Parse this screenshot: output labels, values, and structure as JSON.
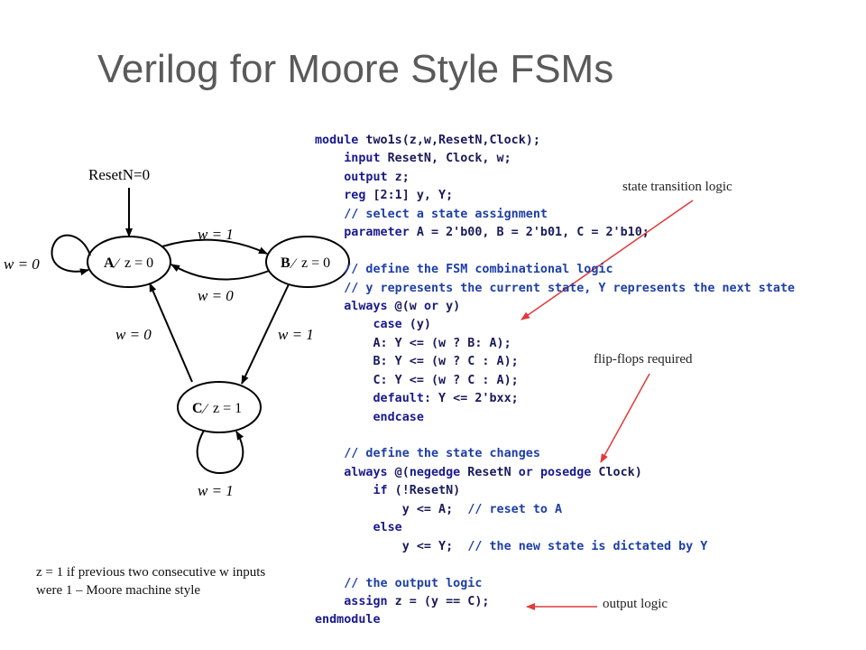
{
  "slide": {
    "title": "Verilog for Moore Style FSMs"
  },
  "fsm": {
    "reset_label": "ResetN=0",
    "states": [
      {
        "id": "A",
        "name": "A",
        "output": "z = 0"
      },
      {
        "id": "B",
        "name": "B",
        "output": "z = 0"
      },
      {
        "id": "C",
        "name": "C",
        "output": "z = 1"
      }
    ],
    "transitions": [
      {
        "from": "A",
        "to": "A",
        "label": "w = 0"
      },
      {
        "from": "A",
        "to": "B",
        "label": "w = 1"
      },
      {
        "from": "B",
        "to": "A",
        "label": "w = 0"
      },
      {
        "from": "B",
        "to": "C",
        "label": "w = 1"
      },
      {
        "from": "C",
        "to": "A",
        "label": "w = 0"
      },
      {
        "from": "C",
        "to": "C",
        "label": "w = 1"
      }
    ],
    "note_line1": "z = 1 if previous two consecutive w inputs",
    "note_line2": "were 1 – Moore machine style"
  },
  "code_lines": [
    [
      {
        "c": "kw",
        "t": "module"
      },
      {
        "c": "tx",
        "t": " two1s(z,w,ResetN,Clock);"
      }
    ],
    [
      {
        "c": "tx",
        "t": "    "
      },
      {
        "c": "kw",
        "t": "input"
      },
      {
        "c": "tx",
        "t": " ResetN, Clock, w;"
      }
    ],
    [
      {
        "c": "tx",
        "t": "    "
      },
      {
        "c": "kw",
        "t": "output"
      },
      {
        "c": "tx",
        "t": " z;"
      }
    ],
    [
      {
        "c": "tx",
        "t": "    "
      },
      {
        "c": "kw",
        "t": "reg"
      },
      {
        "c": "tx",
        "t": " [2:1] y, Y;"
      }
    ],
    [
      {
        "c": "cm",
        "t": "    // select a state assignment"
      }
    ],
    [
      {
        "c": "tx",
        "t": "    "
      },
      {
        "c": "kw",
        "t": "parameter"
      },
      {
        "c": "tx",
        "t": " A = 2'b00, B = 2'b01, C = 2'b10;"
      }
    ],
    [
      {
        "c": "tx",
        "t": ""
      }
    ],
    [
      {
        "c": "cm",
        "t": "    // define the FSM combinational logic"
      }
    ],
    [
      {
        "c": "cm",
        "t": "    // y represents the current state, Y represents the next state"
      }
    ],
    [
      {
        "c": "tx",
        "t": "    "
      },
      {
        "c": "kw",
        "t": "always"
      },
      {
        "c": "tx",
        "t": " @(w "
      },
      {
        "c": "kw",
        "t": "or"
      },
      {
        "c": "tx",
        "t": " y)"
      }
    ],
    [
      {
        "c": "tx",
        "t": "        "
      },
      {
        "c": "kw",
        "t": "case"
      },
      {
        "c": "tx",
        "t": " (y)"
      }
    ],
    [
      {
        "c": "tx",
        "t": "        A: Y <= (w ? B: A);"
      }
    ],
    [
      {
        "c": "tx",
        "t": "        B: Y <= (w ? C : A);"
      }
    ],
    [
      {
        "c": "tx",
        "t": "        C: Y <= (w ? C : A);"
      }
    ],
    [
      {
        "c": "tx",
        "t": "        "
      },
      {
        "c": "kw",
        "t": "default"
      },
      {
        "c": "tx",
        "t": ": Y <= 2'bxx;"
      }
    ],
    [
      {
        "c": "tx",
        "t": "        "
      },
      {
        "c": "kw",
        "t": "endcase"
      }
    ],
    [
      {
        "c": "tx",
        "t": ""
      }
    ],
    [
      {
        "c": "cm",
        "t": "    // define the state changes"
      }
    ],
    [
      {
        "c": "tx",
        "t": "    "
      },
      {
        "c": "kw",
        "t": "always"
      },
      {
        "c": "tx",
        "t": " @("
      },
      {
        "c": "kw",
        "t": "negedge"
      },
      {
        "c": "tx",
        "t": " ResetN "
      },
      {
        "c": "kw",
        "t": "or"
      },
      {
        "c": "tx",
        "t": " "
      },
      {
        "c": "kw",
        "t": "posedge"
      },
      {
        "c": "tx",
        "t": " Clock)"
      }
    ],
    [
      {
        "c": "tx",
        "t": "        "
      },
      {
        "c": "kw",
        "t": "if"
      },
      {
        "c": "tx",
        "t": " (!ResetN)"
      }
    ],
    [
      {
        "c": "tx",
        "t": "            y <= A;  "
      },
      {
        "c": "cm",
        "t": "// reset to A"
      }
    ],
    [
      {
        "c": "tx",
        "t": "        "
      },
      {
        "c": "kw",
        "t": "else"
      }
    ],
    [
      {
        "c": "tx",
        "t": "            y <= Y;  "
      },
      {
        "c": "cm",
        "t": "// the new state is dictated by Y"
      }
    ],
    [
      {
        "c": "tx",
        "t": ""
      }
    ],
    [
      {
        "c": "cm",
        "t": "    // the output logic"
      }
    ],
    [
      {
        "c": "tx",
        "t": "    "
      },
      {
        "c": "kw",
        "t": "assign"
      },
      {
        "c": "tx",
        "t": " z = (y == C);"
      }
    ],
    [
      {
        "c": "kw",
        "t": "endmodule"
      }
    ]
  ],
  "annotations": {
    "state_transition": "state transition logic",
    "flip_flops": "flip-flops required",
    "output": "output logic"
  },
  "colors": {
    "arrow": "#e23a3a",
    "title": "#5a5a5a",
    "code_keyword": "#1a1a8c"
  }
}
